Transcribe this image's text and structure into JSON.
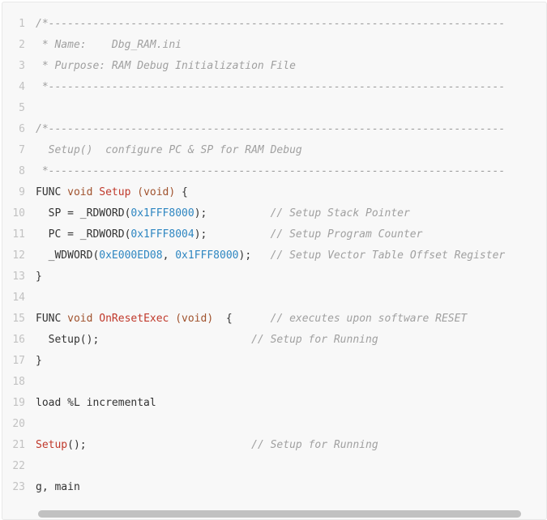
{
  "lines": [
    {
      "n": "1",
      "segs": [
        {
          "t": "/*------------------------------------------------------------------------",
          "c": "comment"
        }
      ]
    },
    {
      "n": "2",
      "segs": [
        {
          "t": " * Name:    Dbg_RAM.ini",
          "c": "comment"
        }
      ]
    },
    {
      "n": "3",
      "segs": [
        {
          "t": " * Purpose: RAM Debug Initialization File",
          "c": "comment"
        }
      ]
    },
    {
      "n": "4",
      "segs": [
        {
          "t": " *------------------------------------------------------------------------",
          "c": "comment"
        }
      ]
    },
    {
      "n": "5",
      "segs": []
    },
    {
      "n": "6",
      "segs": [
        {
          "t": "/*------------------------------------------------------------------------",
          "c": "comment"
        }
      ]
    },
    {
      "n": "7",
      "segs": [
        {
          "t": "  Setup()  configure PC & SP for RAM Debug",
          "c": "comment"
        }
      ]
    },
    {
      "n": "8",
      "segs": [
        {
          "t": " *------------------------------------------------------------------------",
          "c": "comment"
        }
      ]
    },
    {
      "n": "9",
      "segs": [
        {
          "t": "FUNC ",
          "c": "plain"
        },
        {
          "t": "void",
          "c": "type"
        },
        {
          "t": " ",
          "c": "plain"
        },
        {
          "t": "Setup",
          "c": "func"
        },
        {
          "t": " ",
          "c": "plain"
        },
        {
          "t": "(void)",
          "c": "type"
        },
        {
          "t": " {",
          "c": "plain"
        }
      ]
    },
    {
      "n": "10",
      "segs": [
        {
          "t": "  SP = _RDWORD(",
          "c": "plain"
        },
        {
          "t": "0x1FFF8000",
          "c": "num"
        },
        {
          "t": ");          ",
          "c": "plain"
        },
        {
          "t": "// Setup Stack Pointer",
          "c": "comment"
        }
      ]
    },
    {
      "n": "11",
      "segs": [
        {
          "t": "  PC = _RDWORD(",
          "c": "plain"
        },
        {
          "t": "0x1FFF8004",
          "c": "num"
        },
        {
          "t": ");          ",
          "c": "plain"
        },
        {
          "t": "// Setup Program Counter",
          "c": "comment"
        }
      ]
    },
    {
      "n": "12",
      "segs": [
        {
          "t": "  _WDWORD(",
          "c": "plain"
        },
        {
          "t": "0xE000ED08",
          "c": "num"
        },
        {
          "t": ", ",
          "c": "plain"
        },
        {
          "t": "0x1FFF8000",
          "c": "num"
        },
        {
          "t": ");   ",
          "c": "plain"
        },
        {
          "t": "// Setup Vector Table Offset Register",
          "c": "comment"
        }
      ]
    },
    {
      "n": "13",
      "segs": [
        {
          "t": "}",
          "c": "plain"
        }
      ]
    },
    {
      "n": "14",
      "segs": []
    },
    {
      "n": "15",
      "segs": [
        {
          "t": "FUNC ",
          "c": "plain"
        },
        {
          "t": "void",
          "c": "type"
        },
        {
          "t": " ",
          "c": "plain"
        },
        {
          "t": "OnResetExec",
          "c": "func"
        },
        {
          "t": " ",
          "c": "plain"
        },
        {
          "t": "(void)",
          "c": "type"
        },
        {
          "t": "  {      ",
          "c": "plain"
        },
        {
          "t": "// executes upon software RESET",
          "c": "comment"
        }
      ]
    },
    {
      "n": "16",
      "segs": [
        {
          "t": "  Setup();                        ",
          "c": "plain"
        },
        {
          "t": "// Setup for Running",
          "c": "comment"
        }
      ]
    },
    {
      "n": "17",
      "segs": [
        {
          "t": "}",
          "c": "plain"
        }
      ]
    },
    {
      "n": "18",
      "segs": []
    },
    {
      "n": "19",
      "segs": [
        {
          "t": "load %L incremental",
          "c": "plain"
        }
      ]
    },
    {
      "n": "20",
      "segs": []
    },
    {
      "n": "21",
      "segs": [
        {
          "t": "Setup",
          "c": "func"
        },
        {
          "t": "();                          ",
          "c": "plain"
        },
        {
          "t": "// Setup for Running",
          "c": "comment"
        }
      ]
    },
    {
      "n": "22",
      "segs": []
    },
    {
      "n": "23",
      "segs": [
        {
          "t": "g, main",
          "c": "plain"
        }
      ]
    }
  ],
  "colors": {
    "comment": "#a0a0a0",
    "type": "#a0522d",
    "func": "#c0392b",
    "number": "#2e86c1",
    "line_number": "#c2c2c2"
  }
}
